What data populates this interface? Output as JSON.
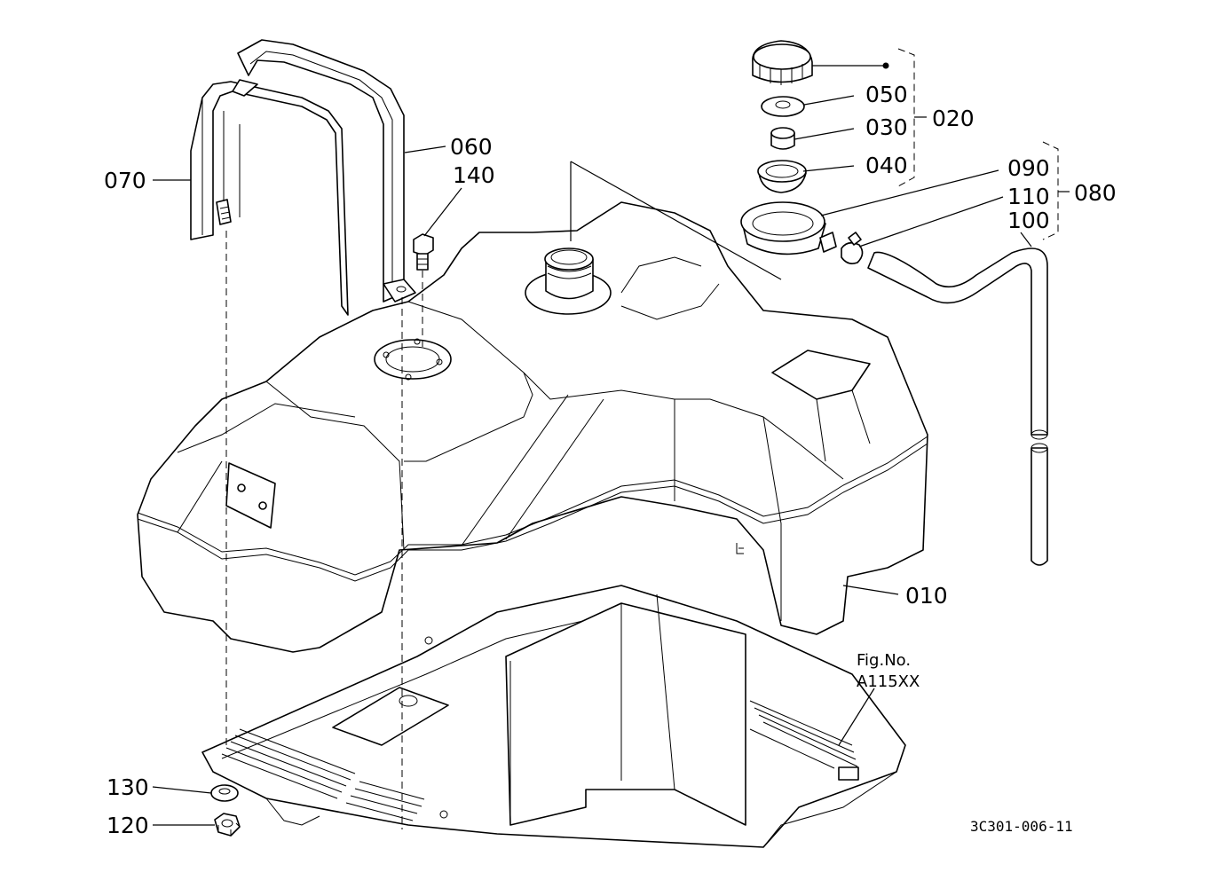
{
  "callouts": {
    "c010": "010",
    "c020": "020",
    "c030": "030",
    "c040": "040",
    "c050": "050",
    "c060": "060",
    "c070": "070",
    "c080": "080",
    "c090": "090",
    "c100": "100",
    "c110": "110",
    "c120": "120",
    "c130": "130",
    "c140": "140"
  },
  "figure": {
    "fig_label": "Fig.No.",
    "fig_number": "A115XX",
    "drawing_code": "3C301-006-11"
  }
}
